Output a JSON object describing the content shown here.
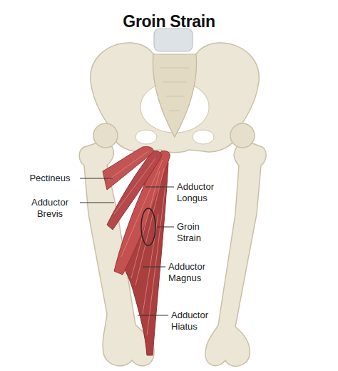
{
  "diagram": {
    "title": "Groin Strain",
    "labels": [
      "Pectineus",
      "Adductor Brevis",
      "Adductor Longus",
      "Groin Strain",
      "Adductor Magnus",
      "Adductor Hiatus"
    ]
  }
}
